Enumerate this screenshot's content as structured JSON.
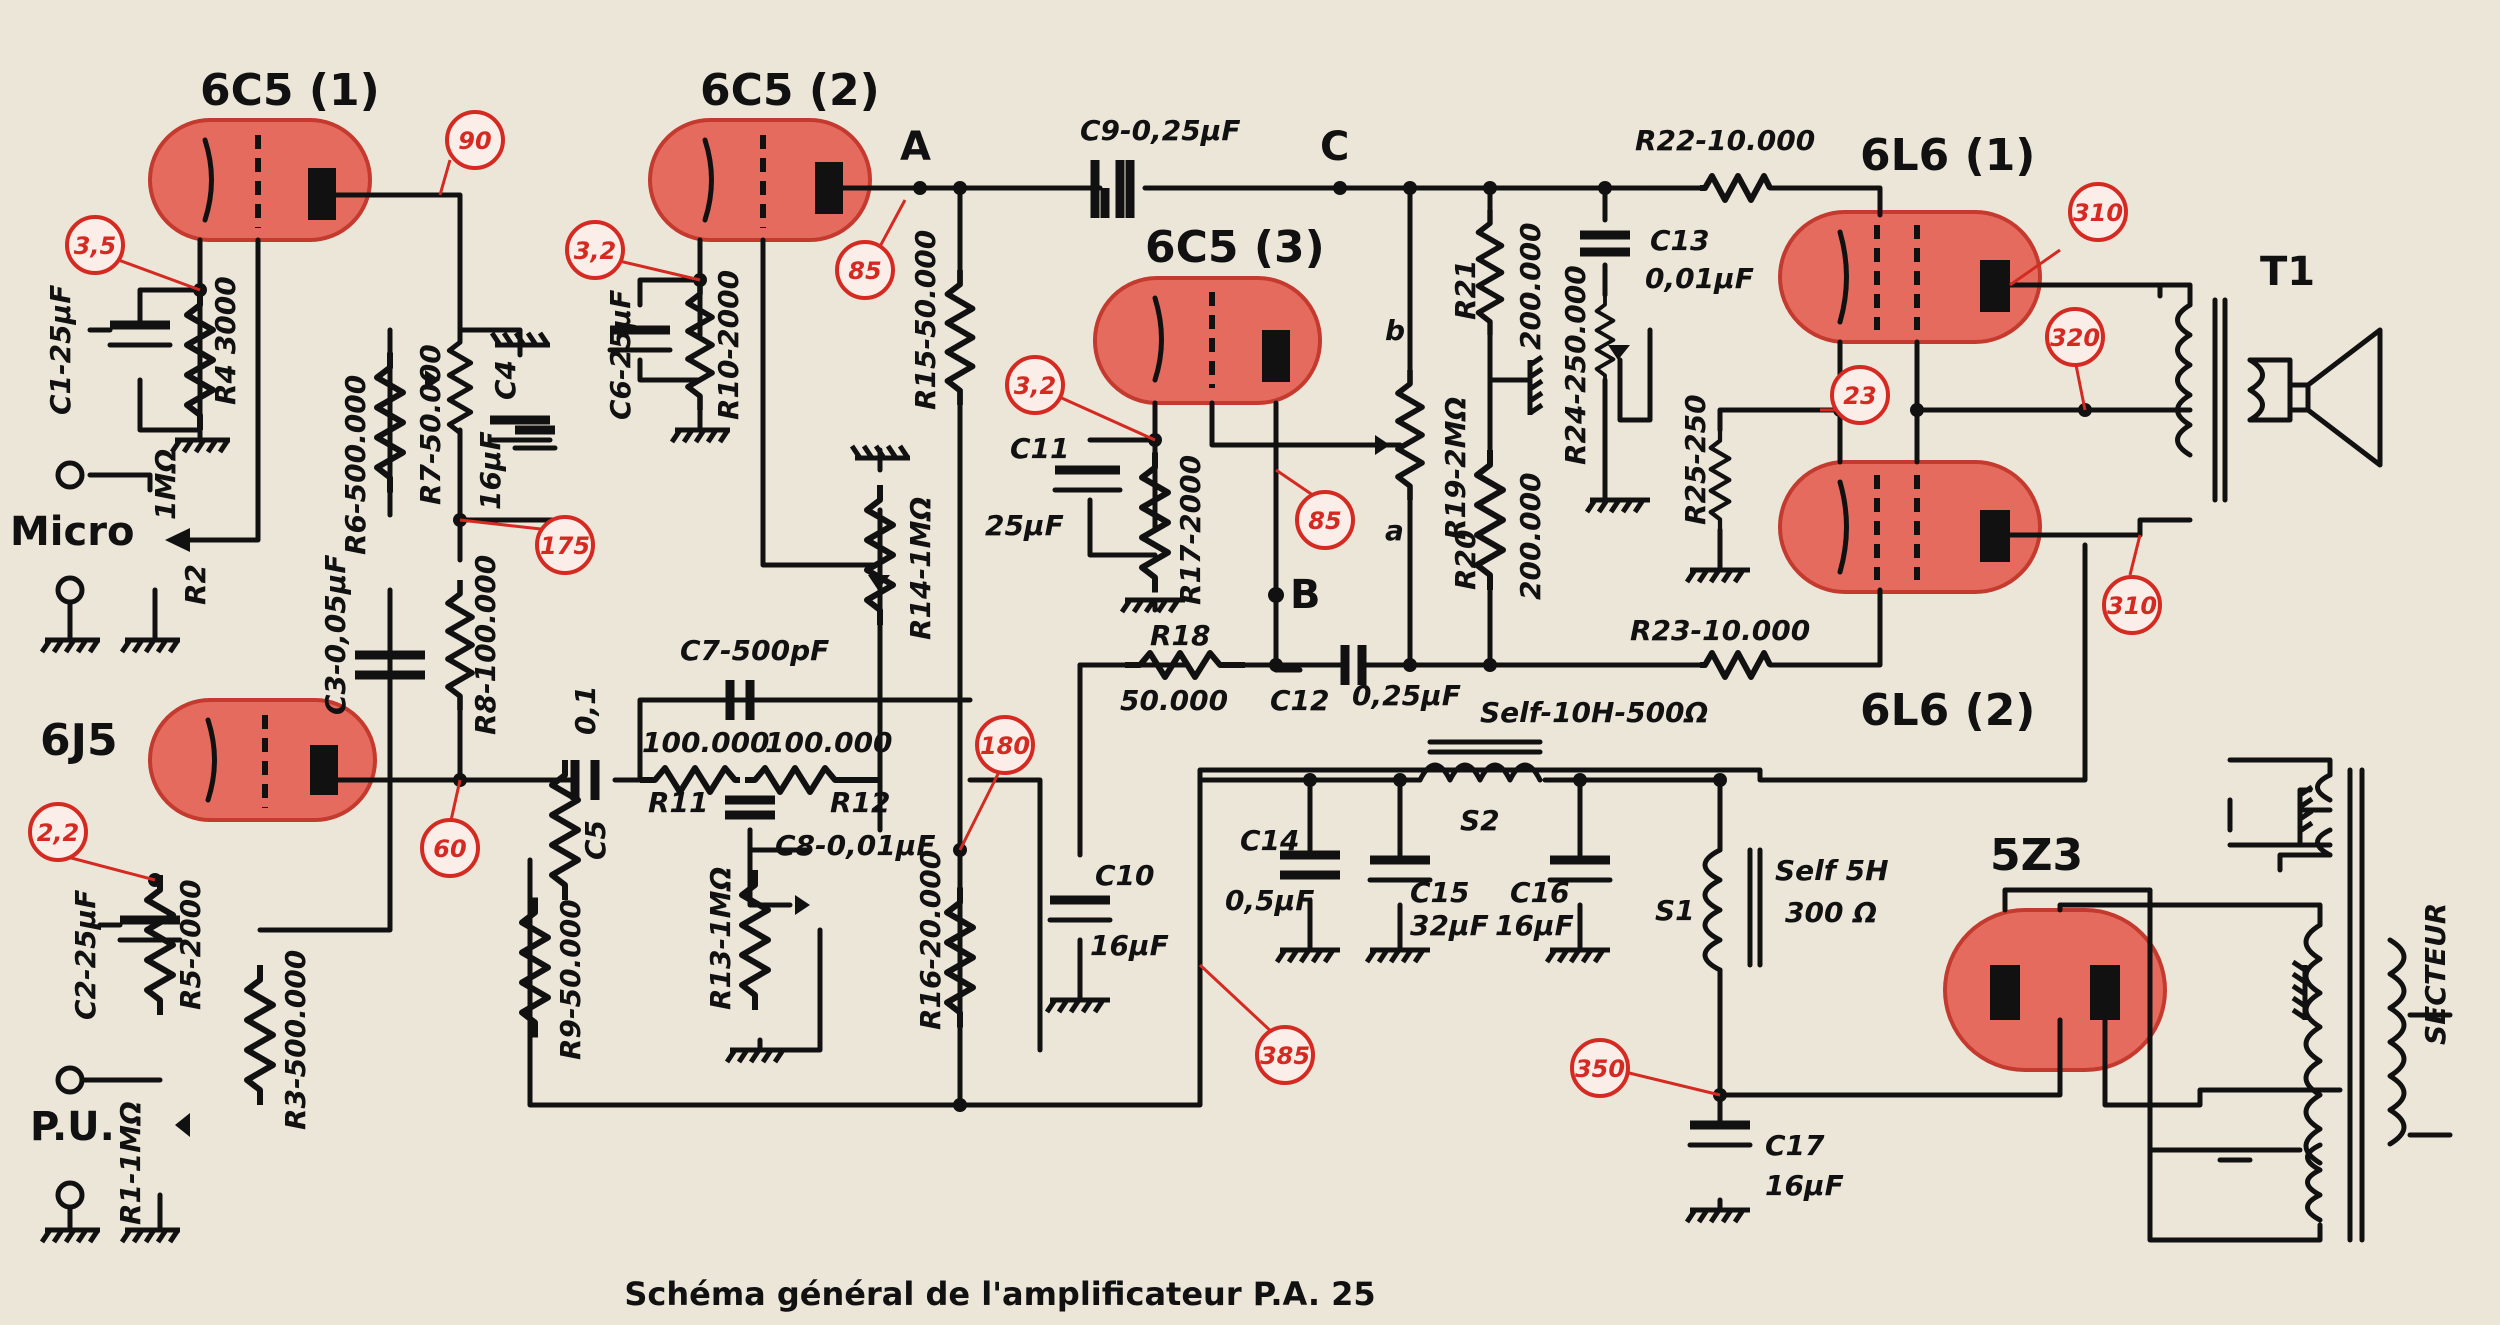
{
  "caption": "Schéma général de l'amplificateur P.A. 25",
  "tubes": {
    "v1": "6C5 (1)",
    "v2": "6C5 (2)",
    "v3": "6C5 (3)",
    "v4": "6L6 (1)",
    "v5": "6L6 (2)",
    "v6": "6J5",
    "v7": "5Z3"
  },
  "voltages": [
    "3,5",
    "90",
    "3,2",
    "85",
    "3,2",
    "85",
    "175",
    "180",
    "2,2",
    "60",
    "385",
    "23",
    "310",
    "320",
    "310",
    "350"
  ],
  "nodes": {
    "a_upper": "A",
    "c": "C",
    "b_lower": "B",
    "b": "b",
    "a": "a",
    "t1": "T1",
    "secteur": "SECTEUR"
  },
  "inputs": {
    "micro": "Micro",
    "pu": "P.U."
  },
  "components": {
    "c1": "C1-25µF",
    "r4": "R4 3000",
    "r2": "R2",
    "r2v": "1MΩ",
    "r6": "R6-500.000",
    "r7": "R7-50.000",
    "c4": "C4",
    "c4v": "16µF",
    "c3": "C3-0,05µF",
    "r8": "R8-100.000",
    "c6": "C6-25µF",
    "r10": "R10-2000",
    "r15": "R15-50.000",
    "r14": "R14-1MΩ",
    "c7": "C7-500pF",
    "c5": "C5",
    "c5v": "0,1",
    "r11v": "100.000",
    "r11": "R11",
    "r12v": "100.000",
    "r12": "R12",
    "c8": "C8-0,01µF",
    "r13": "R13-1MΩ",
    "r9": "R9-50.000",
    "c9": "C9-0,25µF",
    "c11": "C11",
    "c11v": "25µF",
    "r17": "R17-2000",
    "r18": "R18",
    "r18v": "50.000",
    "c12": "C12",
    "c12v": "0,25µF",
    "c10": "C10",
    "c10v": "16µF",
    "r16": "R16-20.000",
    "r19": "R19-2MΩ",
    "r21": "R21",
    "r21v": "200.000",
    "r20": "R20",
    "r20v": "200.000",
    "c13": "C13",
    "c13v": "0,01µF",
    "r24": "R24-250.000",
    "r22": "R22-10.000",
    "r23": "R23-10.000",
    "r25": "R25-250",
    "self1": "Self-10H-500Ω",
    "s2": "S2",
    "c14": "C14",
    "c14v": "0,5µF",
    "c15": "C15",
    "c15v": "32µF",
    "c16": "C16",
    "c16v": "16µF",
    "s1": "S1",
    "self2": "Self 5H",
    "self2v": "300 Ω",
    "c17": "C17",
    "c17v": "16µF",
    "c2": "C2-25µF",
    "r5": "R5-2000",
    "r3": "R3-500.000",
    "r1": "R1-1MΩ"
  }
}
